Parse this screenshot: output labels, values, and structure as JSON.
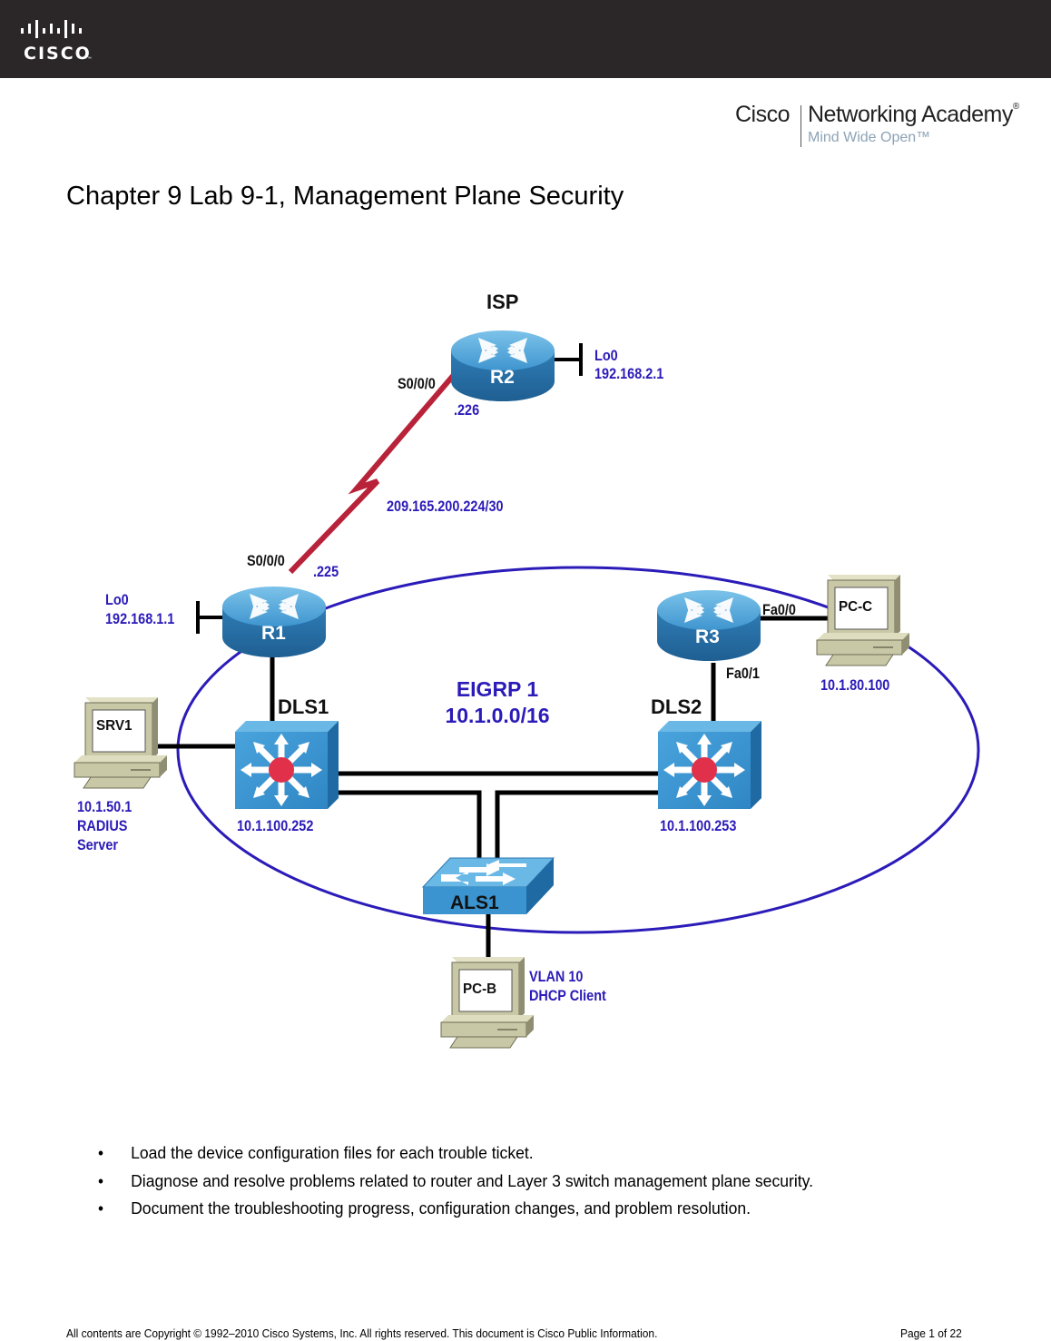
{
  "header": {
    "logo_text": "CISCO",
    "logo_tm": "™"
  },
  "academy_logo": {
    "brand": "Cisco",
    "title": "Networking Academy",
    "registered": "®",
    "tagline": "Mind Wide Open™"
  },
  "page_title": "Chapter 9 Lab 9-1, Management Plane Security",
  "diagram": {
    "isp_label": "ISP",
    "devices": {
      "r2": {
        "name": "R2",
        "lo_label": "Lo0",
        "lo_ip": "192.168.2.1",
        "serial_label": "S0/0/0",
        "serial_ip": ".226"
      },
      "r1": {
        "name": "R1",
        "lo_label": "Lo0",
        "lo_ip": "192.168.1.1",
        "serial_label": "S0/0/0",
        "serial_ip": ".225"
      },
      "r3": {
        "name": "R3",
        "fa00": "Fa0/0",
        "fa01": "Fa0/1"
      },
      "dls1": {
        "name": "DLS1",
        "ip": "10.1.100.252"
      },
      "dls2": {
        "name": "DLS2",
        "ip": "10.1.100.253"
      },
      "als1": {
        "name": "ALS1"
      },
      "srv1": {
        "name": "SRV1",
        "ip": "10.1.50.1",
        "role_line1": "RADIUS",
        "role_line2": "Server"
      },
      "pcc": {
        "name": "PC-C",
        "ip": "10.1.80.100"
      },
      "pcb": {
        "name": "PC-B",
        "vlan": "VLAN 10",
        "role": "DHCP Client"
      }
    },
    "wan_subnet": "209.165.200.224/30",
    "eigrp": {
      "line1": "EIGRP 1",
      "line2": "10.1.0.0/16"
    },
    "colors": {
      "router_blue": "#3a8fc8",
      "switch_blue": "#3b93cf",
      "serial_red": "#b8233a",
      "eigrp_blue": "#2b1bb8",
      "pc_beige": "#c9c8a6",
      "l3_center": "#e0304a"
    }
  },
  "objectives": [
    "Load the device configuration files for each trouble ticket.",
    "Diagnose and resolve problems related to router and Layer 3 switch management plane security.",
    "Document the troubleshooting progress, configuration changes, and problem resolution."
  ],
  "footer": {
    "copyright": "All contents are Copyright © 1992–2010 Cisco Systems, Inc. All rights reserved. This document is Cisco Public Information.",
    "page": "Page 1 of 22"
  }
}
